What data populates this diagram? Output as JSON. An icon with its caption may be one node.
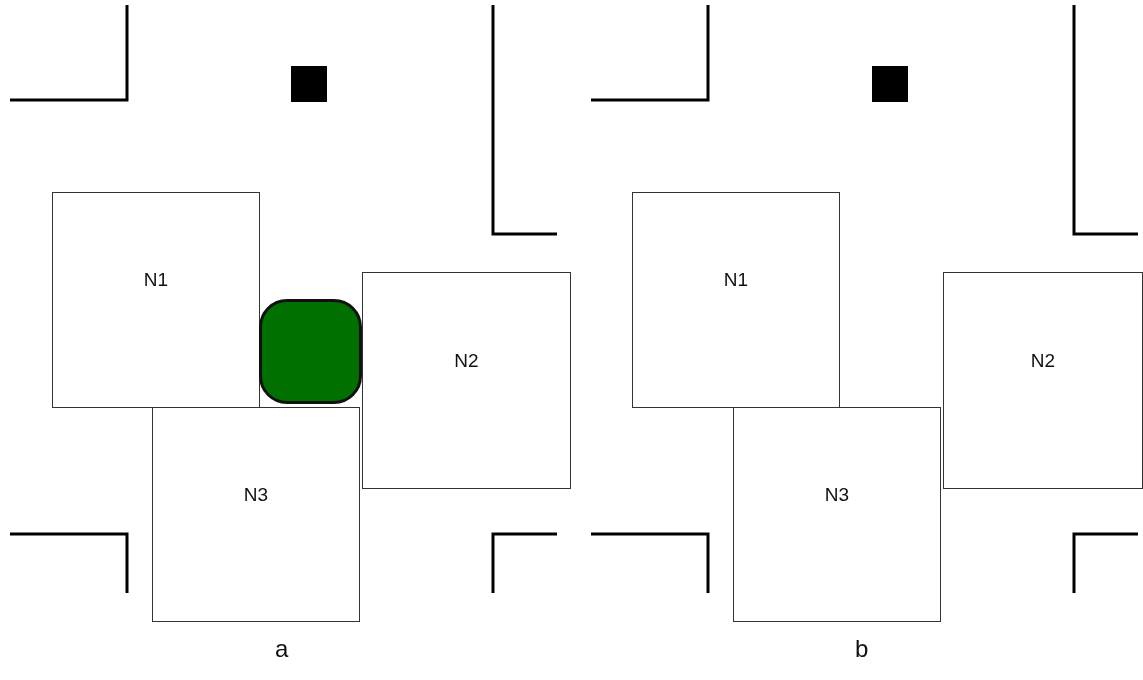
{
  "diagram": {
    "nodes": [
      {
        "text": [
          "N1"
        ]
      },
      {
        "text": [],
        "shape": "box"
      },
      {
        "text": [
          "N2"
        ]
      },
      {
        "text": [
          "N3"
        ]
      },
      {
        "text": [
          "N1"
        ]
      },
      {
        "text": [
          "N2"
        ]
      },
      {
        "text": [
          "N3"
        ]
      }
    ],
    "labels": [
      "a",
      "b"
    ]
  }
}
